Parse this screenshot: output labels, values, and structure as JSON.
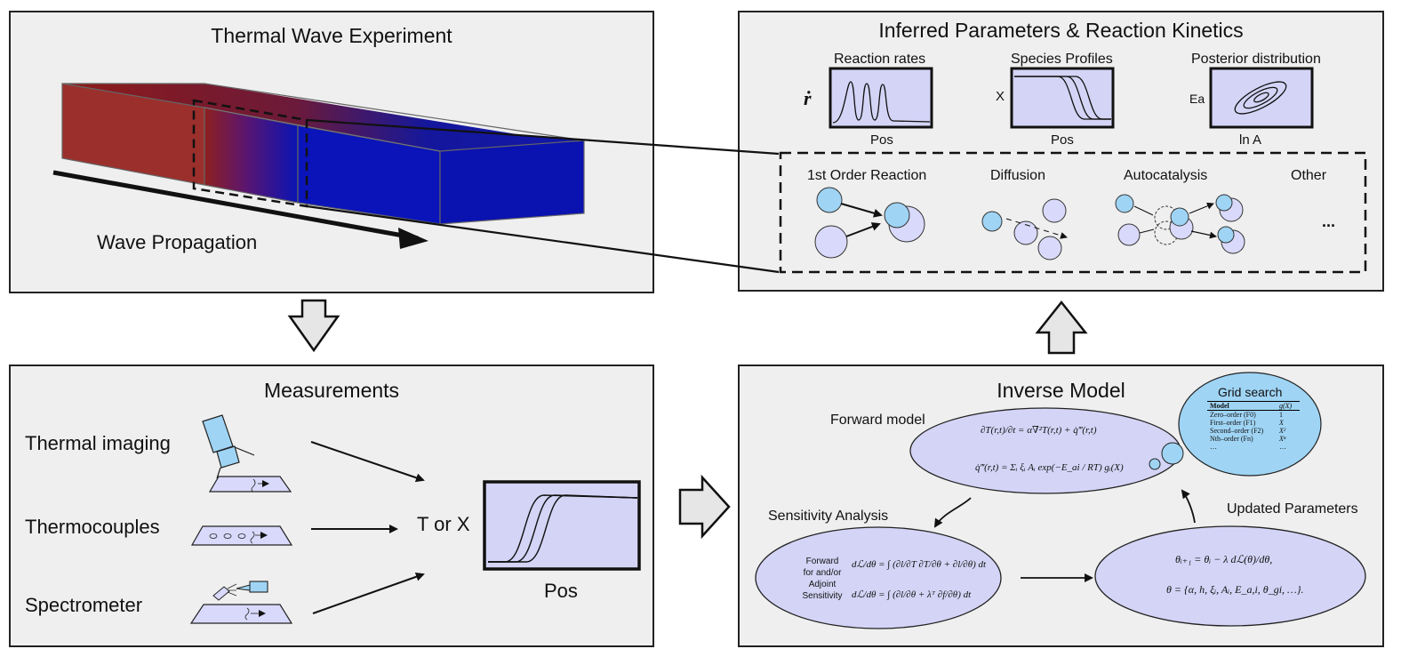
{
  "experiment": {
    "title": "Thermal Wave Experiment",
    "wave_label": "Wave Propagation"
  },
  "kinetics": {
    "title": "Inferred Parameters & Reaction Kinetics",
    "plots": [
      {
        "title": "Reaction rates",
        "ylabel": "ṙ",
        "xlabel": "Pos"
      },
      {
        "title": "Species Profiles",
        "ylabel": "X",
        "xlabel": "Pos"
      },
      {
        "title": "Posterior distribution",
        "ylabel": "Ea",
        "xlabel": "ln A"
      }
    ],
    "mechanisms": [
      "1st Order Reaction",
      "Diffusion",
      "Autocatalysis",
      "Other"
    ],
    "ellipsis": "..."
  },
  "measurements": {
    "title": "Measurements",
    "methods": [
      "Thermal imaging",
      "Thermocouples",
      "Spectrometer"
    ],
    "output_label": "T or X",
    "plot_xlabel": "Pos"
  },
  "inverse": {
    "title": "Inverse Model",
    "forward_label": "Forward model",
    "sensitivity_label": "Sensitivity Analysis",
    "updated_label": "Updated Parameters",
    "sensitivity_note": [
      "Forward",
      "for and/or",
      "Adjoint",
      "Sensitivity"
    ],
    "grid": {
      "title": "Grid search",
      "headers": [
        "Model",
        "g(X)"
      ],
      "rows": [
        [
          "Zero–order (F0)",
          "1"
        ],
        [
          "First–order (F1)",
          "X"
        ],
        [
          "Second–order (F2)",
          "X²"
        ],
        [
          "Nth–order (Fn)",
          "Xⁿ"
        ],
        [
          "…",
          "…"
        ]
      ]
    },
    "equations": {
      "forward_1": "∂T(r,t)/∂t = α∇²T(r,t) + q̇‴(r,t)",
      "forward_2": "q̇‴(r,t) = Σᵢ ξᵢ Aᵢ exp(−E_ai / RT) gᵢ(X)",
      "sens_1": "dℒ/dθ = ∫ (∂l/∂T ∂T/∂θ + ∂l/∂θ) dt",
      "sens_2": "dℒ/dθ = ∫ (∂l/∂θ + λᵀ ∂f/∂θ) dt",
      "update_1": "θᵢ₊₁ = θᵢ − λ dℒ(θ)/dθ,",
      "update_2": "θ = {α, h, ξᵢ, Aᵢ, E_a,i, θ_gi, …}."
    }
  },
  "colors": {
    "hot": "#9b2a2a",
    "cold": "#0a14b4",
    "bubble": "#d4d4f7",
    "node_blue": "#9fd4f4",
    "node_lilac": "#d9d9fb",
    "panel": "#efefef"
  }
}
